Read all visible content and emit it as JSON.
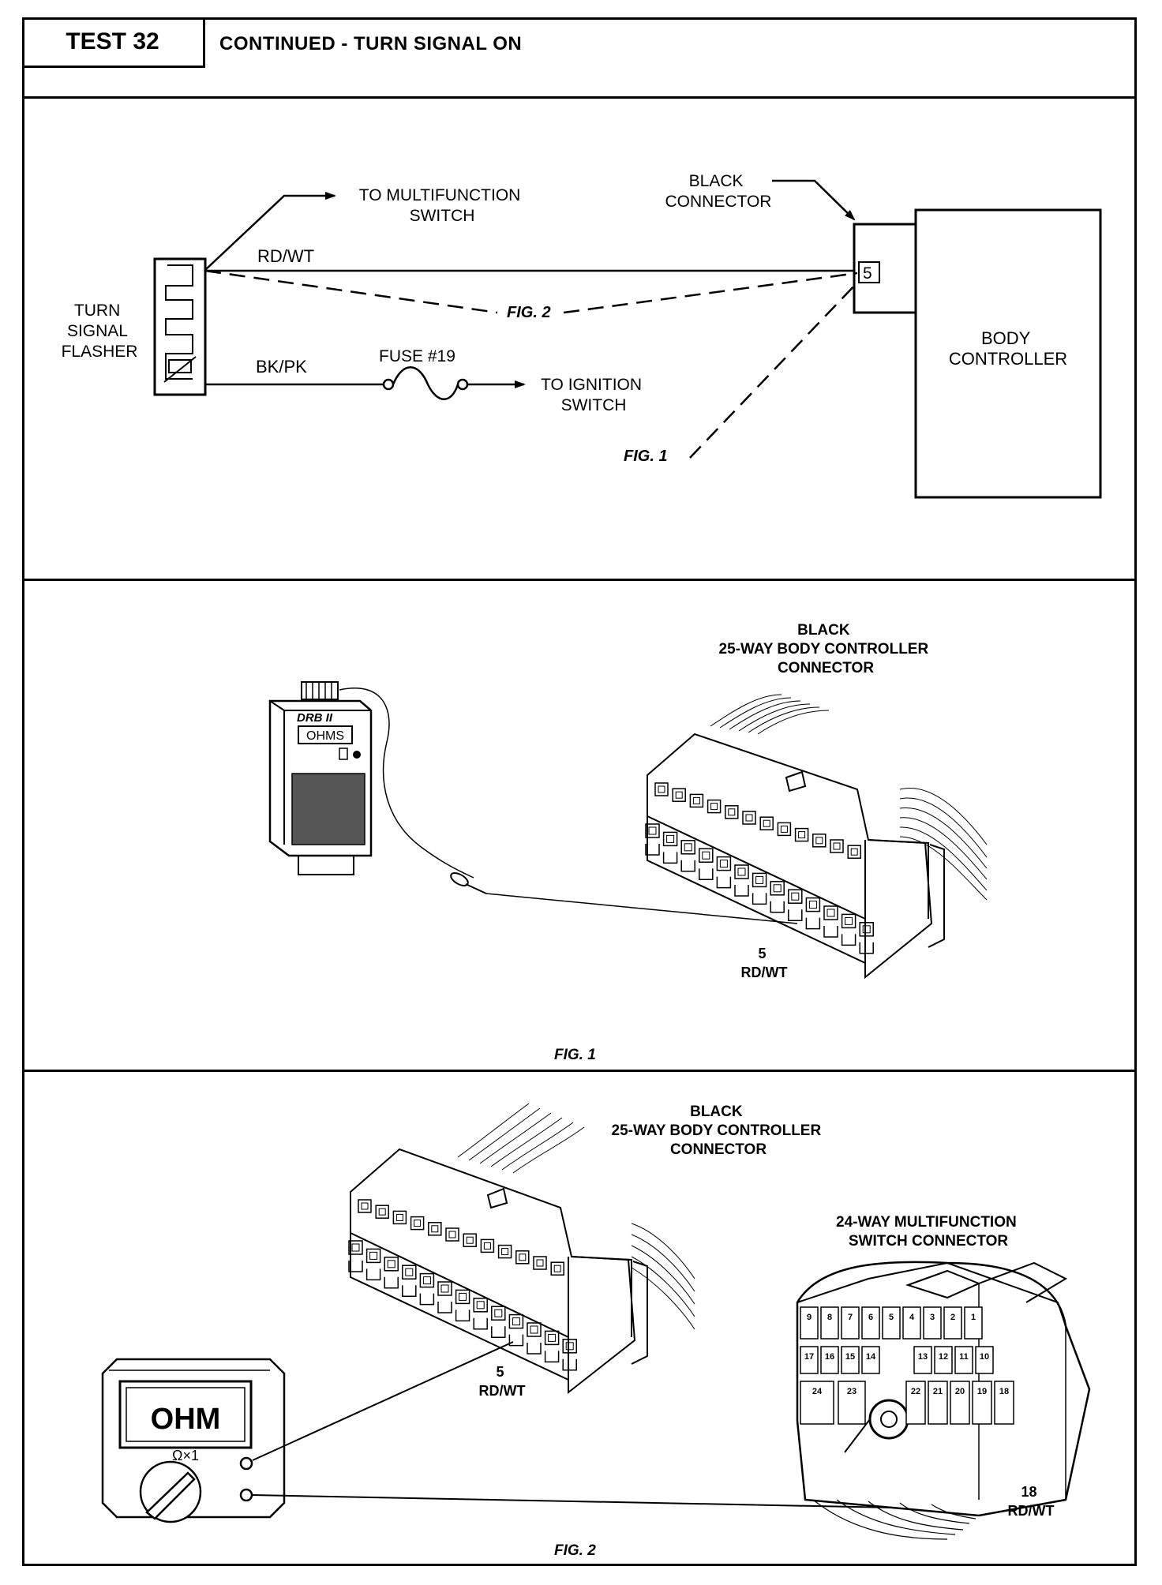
{
  "header": {
    "test_label": "TEST 32",
    "title": "CONTINUED - TURN SIGNAL ON"
  },
  "schematic": {
    "flasher_label": [
      "TURN",
      "SIGNAL",
      "FLASHER"
    ],
    "to_multifunction": [
      "TO MULTIFUNCTION",
      "SWITCH"
    ],
    "rd_wt_wire": "RD/WT",
    "fig2_ref": "FIG. 2",
    "bk_pk_wire": "BK/PK",
    "fuse_label": "FUSE #19",
    "to_ignition": [
      "TO IGNITION",
      "SWITCH"
    ],
    "fig1_ref": "FIG. 1",
    "black_connector": [
      "BLACK",
      "CONNECTOR"
    ],
    "pin_number": "5",
    "body_controller": [
      "BODY",
      "CONTROLLER"
    ]
  },
  "fig1": {
    "connector_title": [
      "BLACK",
      "25-WAY BODY CONTROLLER",
      "CONNECTOR"
    ],
    "tester_brand": "DRB II",
    "tester_display": "OHMS",
    "pin_label": [
      "5",
      "RD/WT"
    ],
    "caption": "FIG. 1"
  },
  "fig2": {
    "connector_title": [
      "BLACK",
      "25-WAY BODY CONTROLLER",
      "CONNECTOR"
    ],
    "multifunction_title": [
      "24-WAY MULTIFUNCTION",
      "SWITCH CONNECTOR"
    ],
    "meter_display": "OHM",
    "meter_range": "Ω×1",
    "pin5_label": [
      "5",
      "RD/WT"
    ],
    "pin18_label": [
      "18",
      "RD/WT"
    ],
    "mf_pin_numbers": [
      "9",
      "8",
      "7",
      "6",
      "5",
      "4",
      "3",
      "2",
      "1",
      "17",
      "16",
      "15",
      "14",
      "13",
      "12",
      "11",
      "10",
      "24",
      "23",
      "22",
      "21",
      "20",
      "19",
      "18"
    ],
    "caption": "FIG. 2"
  }
}
